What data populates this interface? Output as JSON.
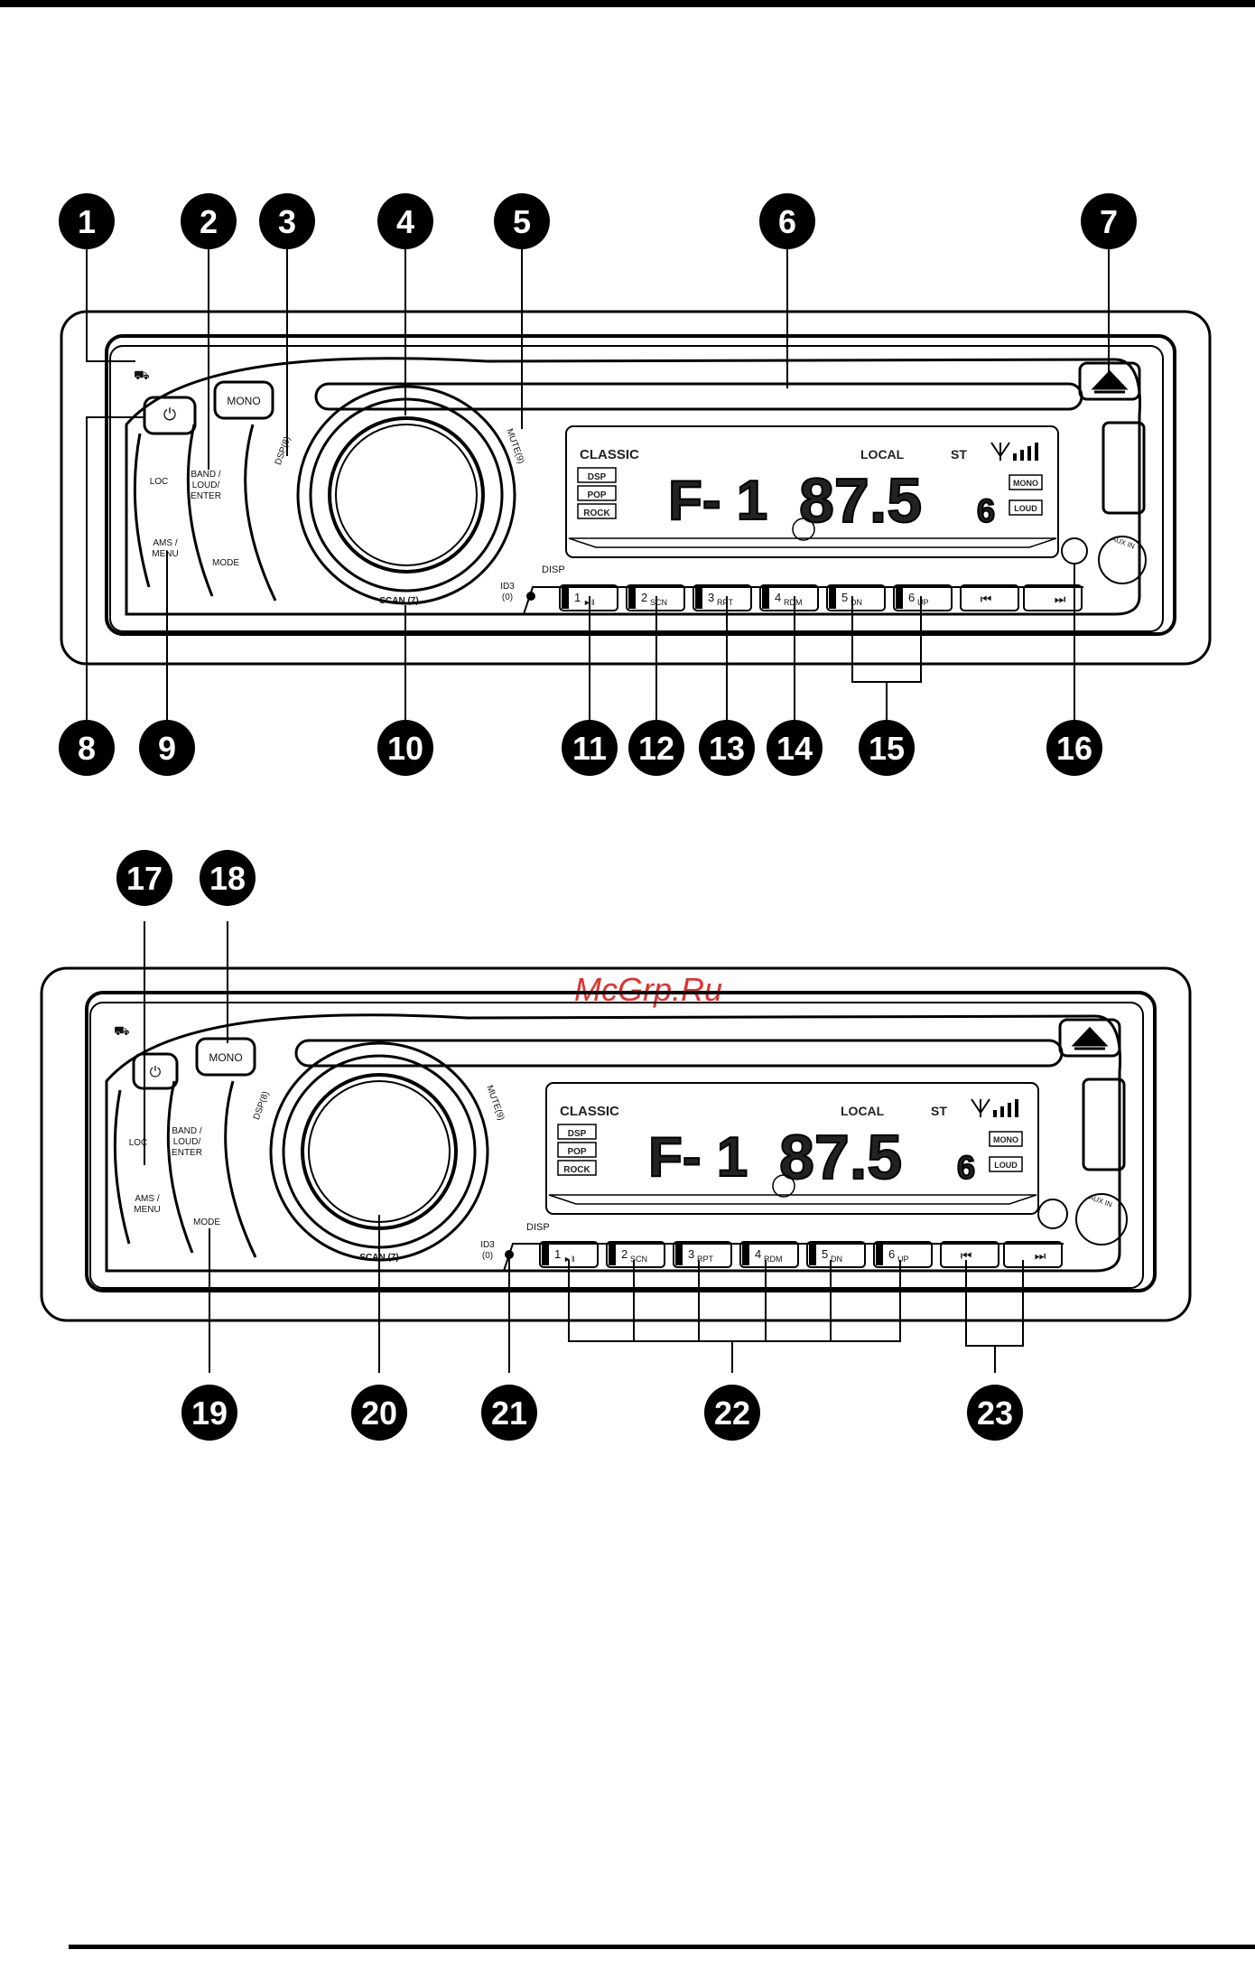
{
  "watermark": "McGrp.Ru",
  "panel": {
    "mono": "MONO",
    "loc": "LOC",
    "band_line1": "BAND /",
    "band_line2": "LOUD/",
    "band_line3": "ENTER",
    "ams_line1": "AMS /",
    "ams_line2": "MENU",
    "mode": "MODE",
    "disp_knob": "DSP(8)",
    "mute": "MUTE(9)",
    "scan": "SCAN (7)",
    "disp": "DISP",
    "id3_line1": "ID3",
    "id3_line2": "(0)",
    "aux_in": "AUX IN",
    "presets": [
      {
        "num": "1",
        "sub": "►‖"
      },
      {
        "num": "2",
        "sub": "SCN"
      },
      {
        "num": "3",
        "sub": "RPT"
      },
      {
        "num": "4",
        "sub": "RDM"
      },
      {
        "num": "5",
        "sub": "DN"
      },
      {
        "num": "6",
        "sub": "UP"
      }
    ],
    "prev": "⏮",
    "next": "⏭"
  },
  "display": {
    "classic": "CLASSIC",
    "dsp": "DSP",
    "pop": "POP",
    "rock": "ROCK",
    "local": "LOCAL",
    "st": "ST",
    "band": "F- 1",
    "freq": "87.5",
    "preset": "6",
    "mono": "MONO",
    "loud": "LOUD"
  },
  "callouts_top": [
    "1",
    "2",
    "3",
    "4",
    "5",
    "6",
    "7",
    "8",
    "9",
    "10",
    "11",
    "12",
    "13",
    "14",
    "15",
    "16"
  ],
  "callouts_bottom": [
    "17",
    "18",
    "19",
    "20",
    "21",
    "22",
    "23"
  ]
}
